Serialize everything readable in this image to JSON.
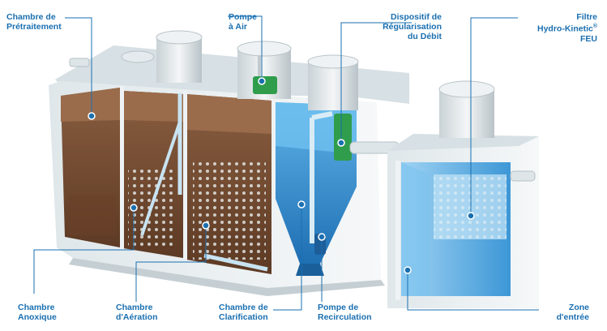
{
  "colors": {
    "label_text": "#1a6fb0",
    "leader_line": "#1a6fb0",
    "tank_concrete": "#e9eef0",
    "sludge": "#7a5238",
    "water": "#2e8fd3",
    "pump": "#2f9d4c"
  },
  "labels": {
    "pretraitement": {
      "line1": "Chambre de",
      "line2": "Prétraitement"
    },
    "pompe_air": {
      "line1": "Pompe",
      "line2": "à Air"
    },
    "regularisation": {
      "line1": "Dispositif de",
      "line2": "Régularisation",
      "line3": "du Débit"
    },
    "filtre": {
      "line1": "Filtre",
      "line2": "Hydro-Kinetic",
      "sup": "®",
      "line3": "FEU"
    },
    "anoxique": {
      "line1": "Chambre",
      "line2": "Anoxique"
    },
    "aeration": {
      "line1": "Chambre",
      "line2": "d'Aération"
    },
    "clarification": {
      "line1": "Chambre de",
      "line2": "Clarification"
    },
    "recirculation": {
      "line1": "Pompe de",
      "line2": "Recirculation"
    },
    "entree": {
      "line1": "Zone",
      "line2": "d'entrée"
    }
  },
  "icons": {
    "air_pump": "air-pump-icon",
    "recirculation_pump": "recirculation-pump-icon",
    "filter_media": "filter-media-icon"
  }
}
